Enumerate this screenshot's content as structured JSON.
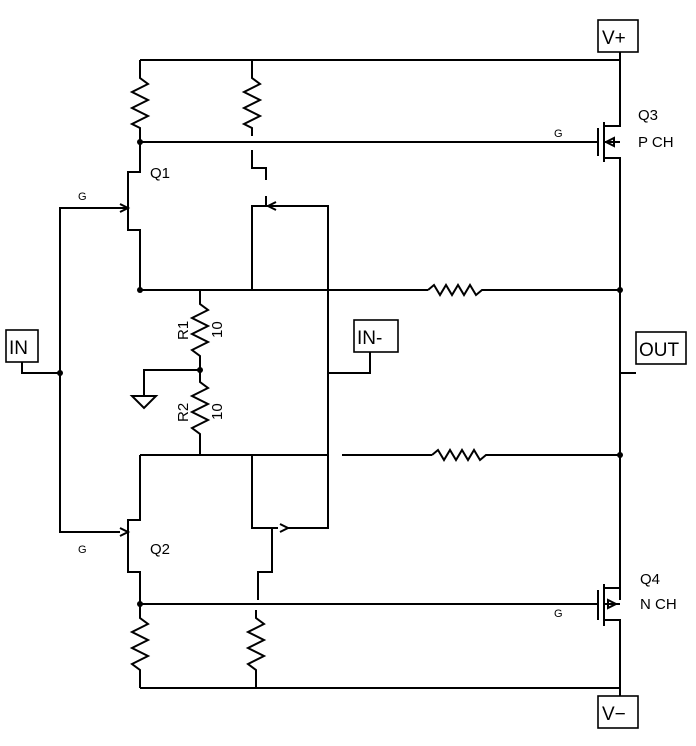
{
  "ports": {
    "v_plus": "V+",
    "v_minus": "V−",
    "in": "IN",
    "in_minus": "IN-",
    "out": "OUT"
  },
  "transistors": {
    "q1": {
      "name": "Q1",
      "gate": "G"
    },
    "q2": {
      "name": "Q2",
      "gate": "G"
    },
    "q3": {
      "name": "Q3",
      "type": "P CH",
      "gate": "G"
    },
    "q4": {
      "name": "Q4",
      "type": "N CH",
      "gate": "G"
    }
  },
  "resistors": {
    "r1": {
      "name": "R1",
      "value": "10"
    },
    "r2": {
      "name": "R2",
      "value": "10"
    }
  }
}
